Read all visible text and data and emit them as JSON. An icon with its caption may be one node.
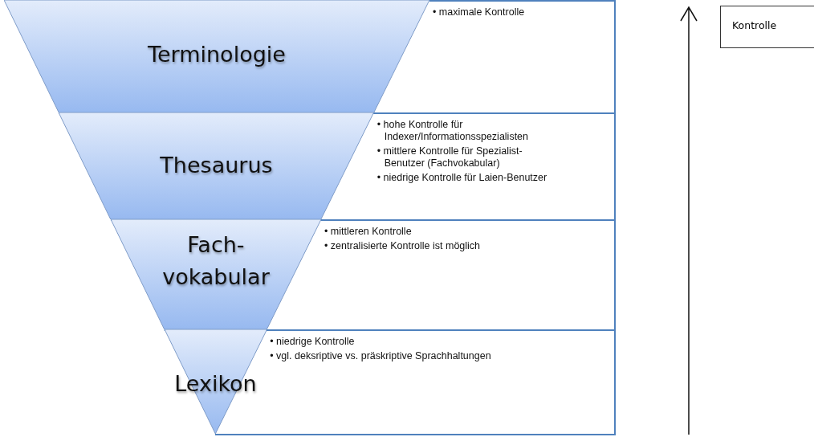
{
  "diagram": {
    "nodes": [
      {
        "text": [
          "Terminologie"
        ]
      },
      {
        "text": [
          "• maximale Kontrolle"
        ]
      },
      {
        "text": [
          "Thesaurus"
        ]
      },
      {
        "text": [
          "• hohe Kontrolle für Indexer/Informationsspezialisten",
          "• mittlere Kontrolle für Spezialist-Benutzer (Fachvokabular)",
          "• niedrige Kontrolle für Laien-Benutzer"
        ]
      },
      {
        "text": [
          "Fach- vokabular"
        ]
      },
      {
        "text": [
          "• mittleren Kontrolle",
          "• zentralisierte Kontrolle ist möglich"
        ]
      },
      {
        "text": [
          "Lexikon"
        ]
      },
      {
        "text": [
          "• niedrige Kontrolle",
          "• vgl. deksriptive vs. präskriptive Sprachhaltungen"
        ]
      },
      {
        "text": [
          "Kontrolle"
        ]
      }
    ]
  }
}
